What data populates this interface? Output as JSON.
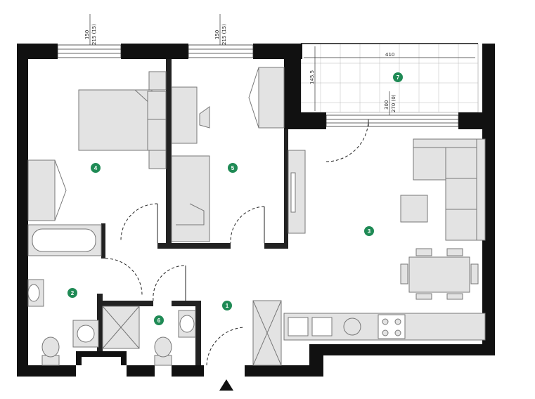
{
  "colors": {
    "wall": "#111111",
    "furniture_fill": "#e3e3e3",
    "furniture_stroke": "#777777",
    "marker": "#1f8a55",
    "marker_text": "#ffffff"
  },
  "rooms": [
    {
      "id": "1",
      "label": "1"
    },
    {
      "id": "2",
      "label": "2"
    },
    {
      "id": "3",
      "label": "3"
    },
    {
      "id": "4",
      "label": "4"
    },
    {
      "id": "5",
      "label": "5"
    },
    {
      "id": "6",
      "label": "6"
    },
    {
      "id": "7",
      "label": "7"
    }
  ],
  "dimensions": {
    "window1_sill": "150",
    "window1_height": "215 (15)",
    "window2_sill": "150",
    "window2_height": "215 (15)",
    "balcony_width": "410",
    "balcony_depth": "145,5",
    "balcony_door_height": "300",
    "balcony_door_sill": "270 (0)"
  },
  "icons": [
    "entrance-arrow-icon",
    "door-swing-icon",
    "window-icon",
    "bed-icon",
    "bathtub-icon",
    "toilet-icon",
    "sink-icon",
    "washing-machine-icon",
    "shower-icon",
    "sofa-icon",
    "dining-table-icon",
    "cooktop-icon",
    "wardrobe-icon"
  ]
}
